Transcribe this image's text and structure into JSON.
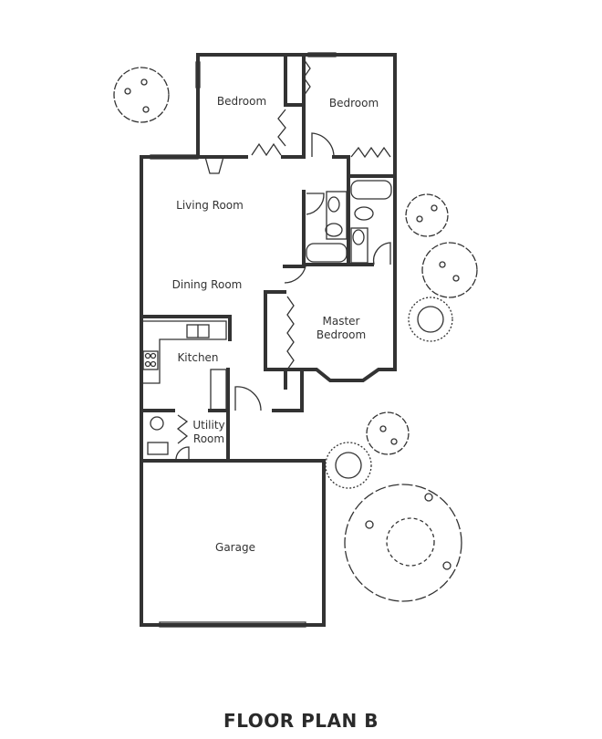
{
  "title": "FLOOR PLAN B",
  "rooms": {
    "bedroom_1": "Bedroom",
    "bedroom_2": "Bedroom",
    "living_room": "Living Room",
    "dining_room": "Dining Room",
    "master_line1": "Master",
    "master_line2": "Bedroom",
    "kitchen": "Kitchen",
    "utility_line1": "Utility",
    "utility_line2": "Room",
    "garage": "Garage"
  }
}
